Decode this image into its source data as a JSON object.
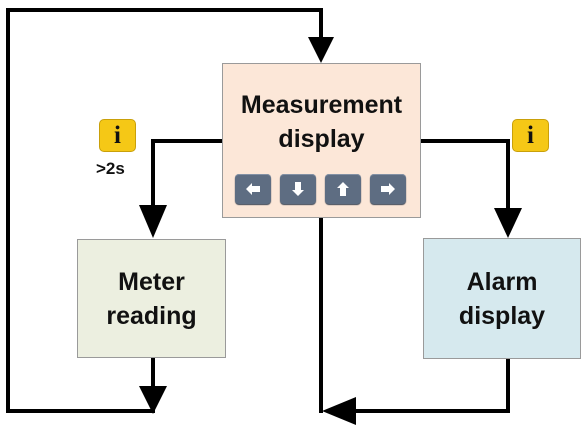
{
  "boxes": {
    "measurement": {
      "line1": "Measurement",
      "line2": "display"
    },
    "meter": {
      "line1": "Meter",
      "line2": "reading"
    },
    "alarm": {
      "line1": "Alarm",
      "line2": "display"
    }
  },
  "info_badges": {
    "left": "i",
    "right": "i"
  },
  "hold_label": ">2s",
  "keys": [
    {
      "icon": "arrow-left-icon"
    },
    {
      "icon": "arrow-down-icon"
    },
    {
      "icon": "arrow-up-icon"
    },
    {
      "icon": "arrow-right-icon"
    }
  ],
  "colors": {
    "measurement_fill": "#fce7d8",
    "meter_fill": "#ecefe0",
    "alarm_fill": "#d6e9ee",
    "key_fill": "#5e6d82",
    "info_fill": "#f5c816",
    "line": "#000000"
  }
}
